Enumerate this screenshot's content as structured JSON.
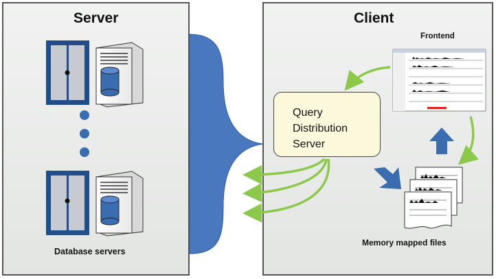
{
  "server": {
    "title": "Server",
    "caption": "Database servers"
  },
  "client": {
    "title": "Client",
    "frontend_label": "Frontend",
    "qds_lines": [
      "Query",
      "Distribution",
      "Server"
    ],
    "memory_label": "Memory mapped files"
  },
  "colors": {
    "panel_border": "#555555",
    "panel_bg": "#e8eae8",
    "rack_blue": "#1f4e8a",
    "db_blue": "#3a6db0",
    "connector_blue": "#4a78be",
    "arrow_green": "#8cc84b",
    "qds_fill": "#fbf8dc"
  }
}
